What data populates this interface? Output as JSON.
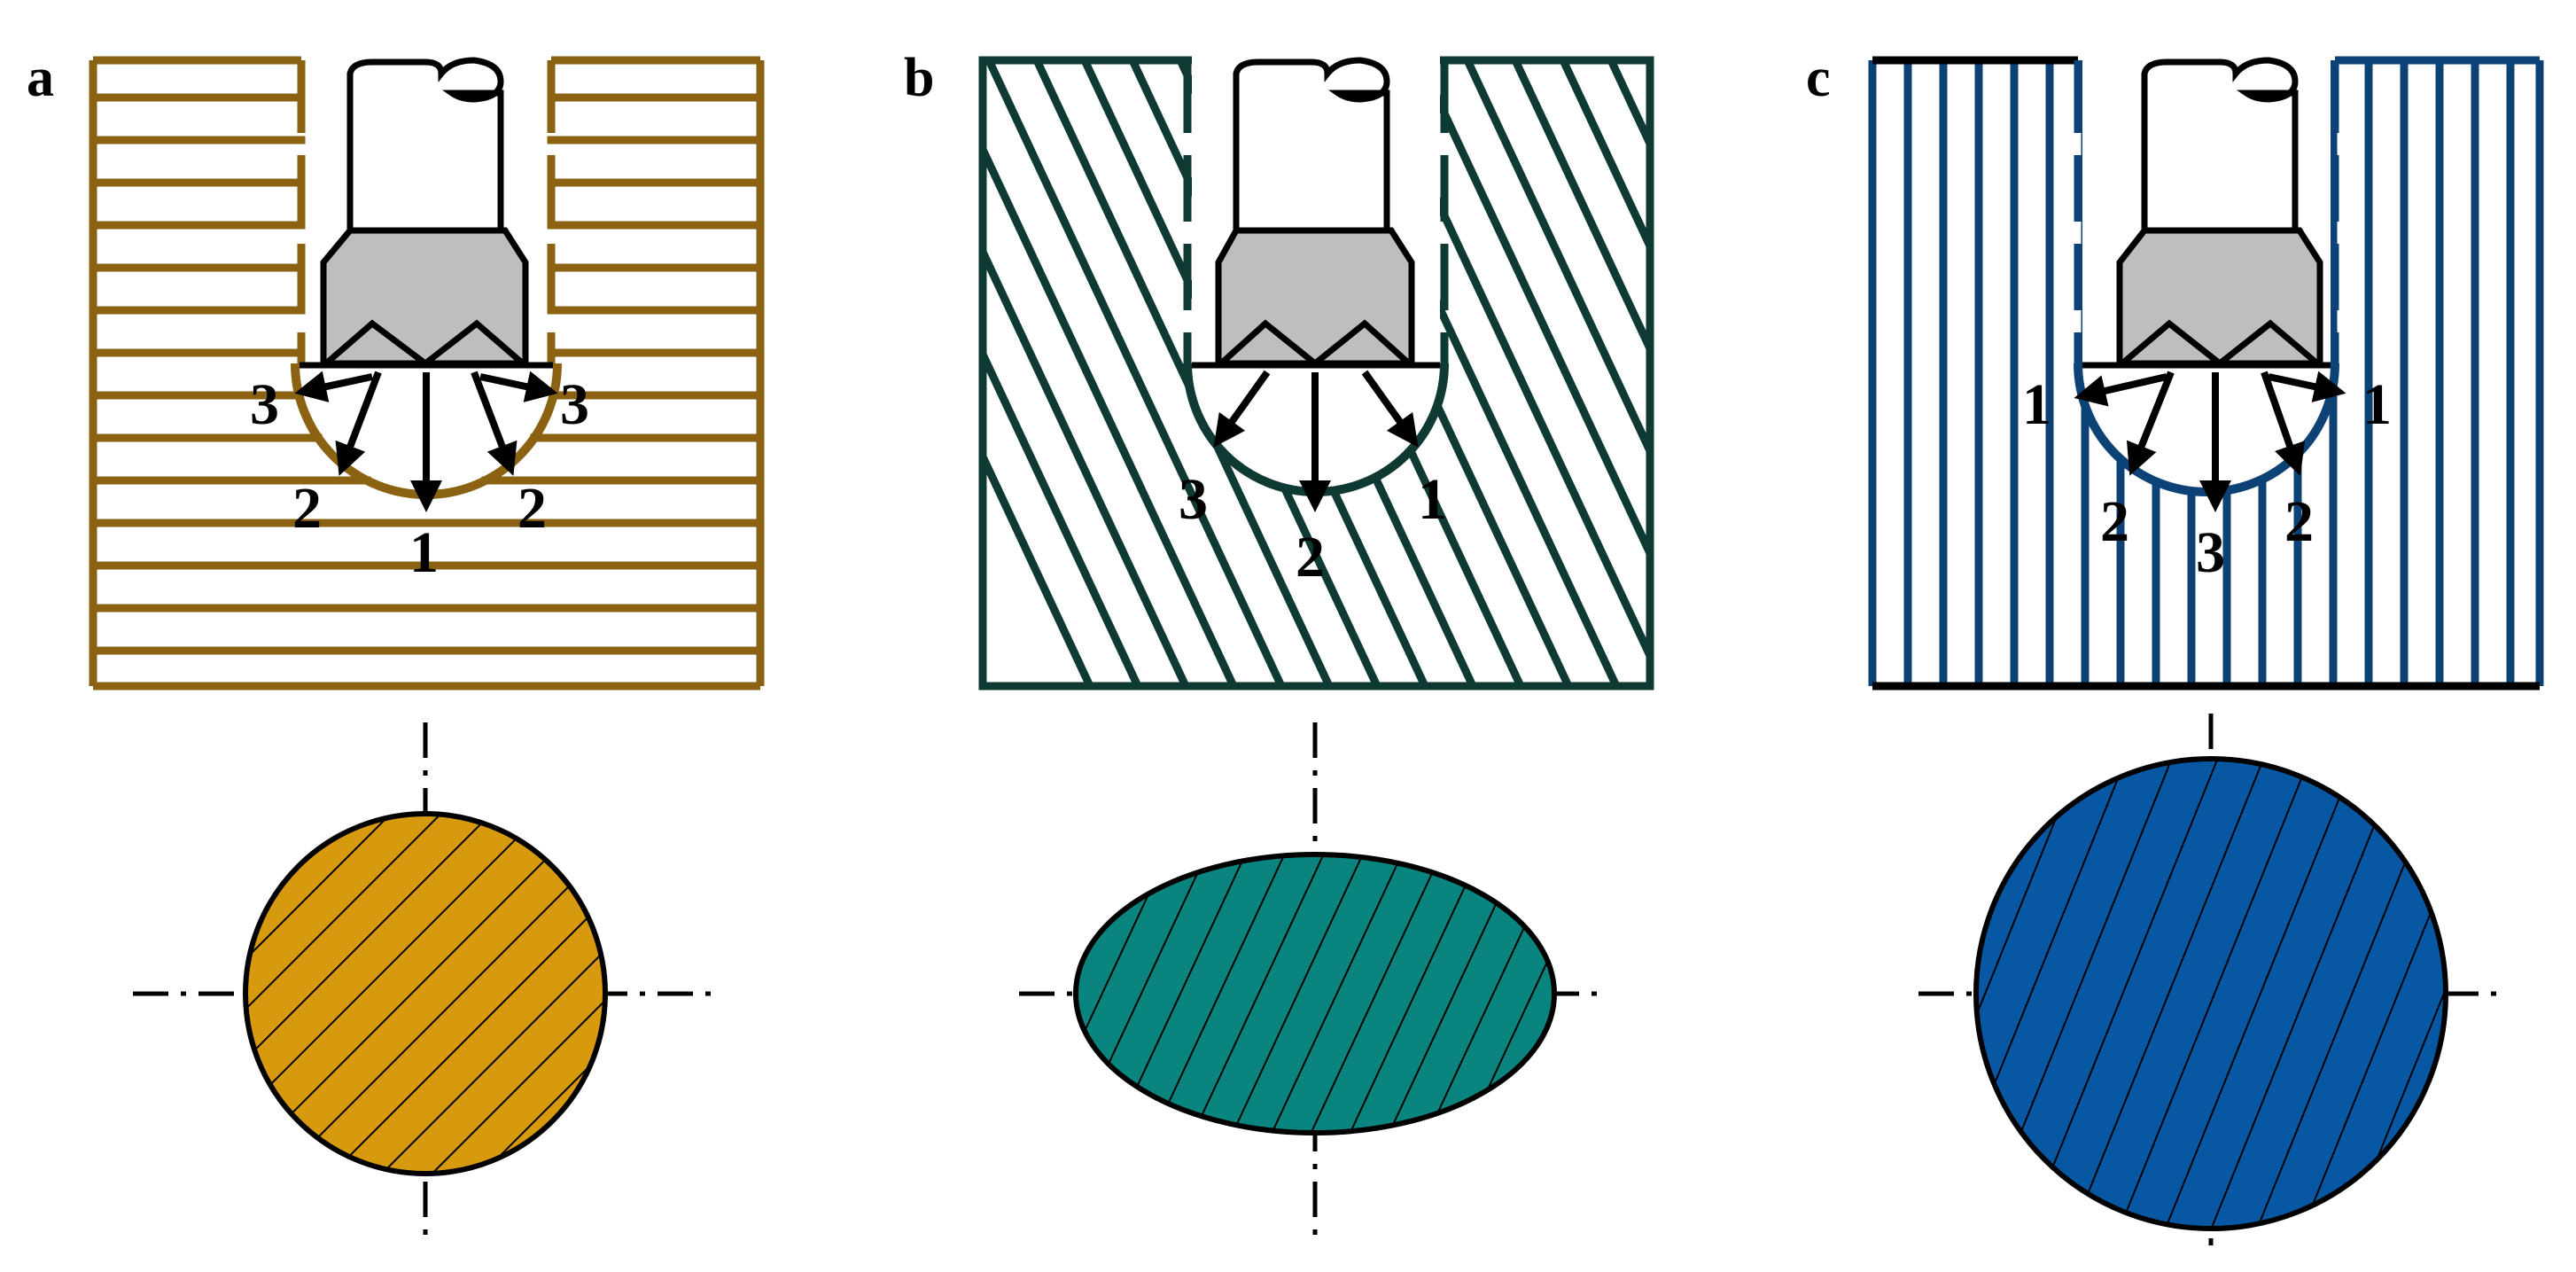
{
  "panels": [
    {
      "id": "a",
      "label": "a",
      "stroke_color": "#8B6112",
      "fill_color": "#D79A0E",
      "hatch_direction": "horizontal",
      "hole_shape": "circle",
      "region_labels": [
        "3",
        "3",
        "2",
        "2",
        "1"
      ]
    },
    {
      "id": "b",
      "label": "b",
      "stroke_color": "#0F3A34",
      "fill_color": "#0A847E",
      "hatch_direction": "diagonal",
      "hole_shape": "ellipse",
      "region_labels": [
        "3",
        "2",
        "1"
      ]
    },
    {
      "id": "c",
      "label": "c",
      "stroke_color": "#0D4277",
      "fill_color": "#0857A3",
      "hatch_direction": "vertical",
      "hole_shape": "circle",
      "region_labels": [
        "1",
        "1",
        "2",
        "3",
        "2"
      ]
    }
  ],
  "colors": {
    "outline": "#000000",
    "tool_fill": "#BEBEBE",
    "background": "#FFFFFF"
  },
  "icons": [
    "drill-tool-icon",
    "arrow-icon",
    "center-line"
  ]
}
